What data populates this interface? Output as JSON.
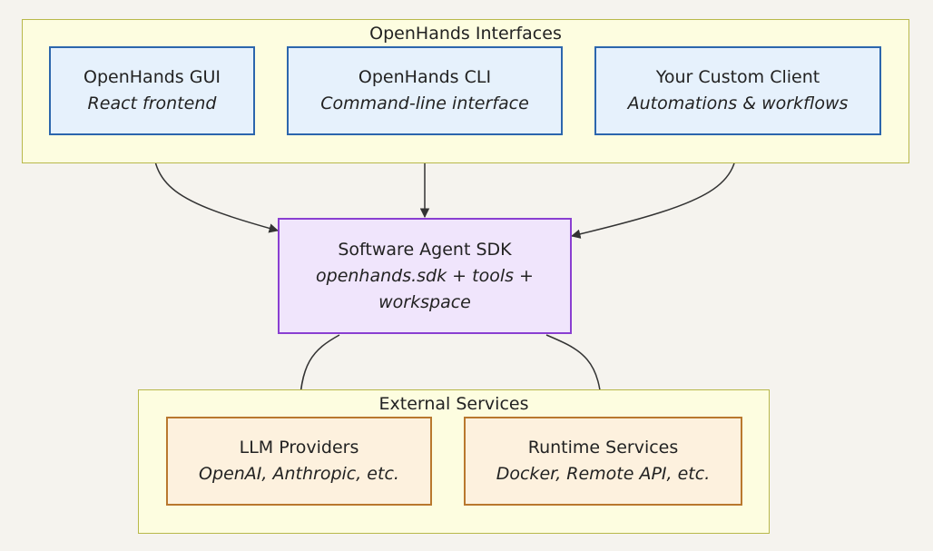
{
  "groups": {
    "interfaces": {
      "title": "OpenHands Interfaces"
    },
    "external": {
      "title": "External Services"
    }
  },
  "nodes": {
    "gui": {
      "title": "OpenHands GUI",
      "subtitle": "React frontend"
    },
    "cli": {
      "title": "OpenHands CLI",
      "subtitle": "Command-line interface"
    },
    "custom": {
      "title": "Your Custom Client",
      "subtitle": "Automations & workflows"
    },
    "sdk": {
      "title": "Software Agent SDK",
      "subtitle_line1": "openhands.sdk + tools +",
      "subtitle_line2": "workspace"
    },
    "llm": {
      "title": "LLM Providers",
      "subtitle": "OpenAI, Anthropic, etc."
    },
    "runtime": {
      "title": "Runtime Services",
      "subtitle": "Docker, Remote API, etc."
    }
  },
  "edges": [
    {
      "from": "gui",
      "to": "sdk"
    },
    {
      "from": "cli",
      "to": "sdk"
    },
    {
      "from": "custom",
      "to": "sdk"
    },
    {
      "from": "sdk",
      "to": "llm"
    },
    {
      "from": "sdk",
      "to": "runtime"
    }
  ],
  "colors": {
    "background": "#f5f3ee",
    "group_fill": "#fdfde0",
    "group_border": "#b8b84a",
    "interface_fill": "#e6f1fc",
    "interface_border": "#2c66ad",
    "sdk_fill": "#f0e5fc",
    "sdk_border": "#8a3fd1",
    "service_fill": "#fdf1de",
    "service_border": "#b9782e",
    "edge": "#333333"
  }
}
